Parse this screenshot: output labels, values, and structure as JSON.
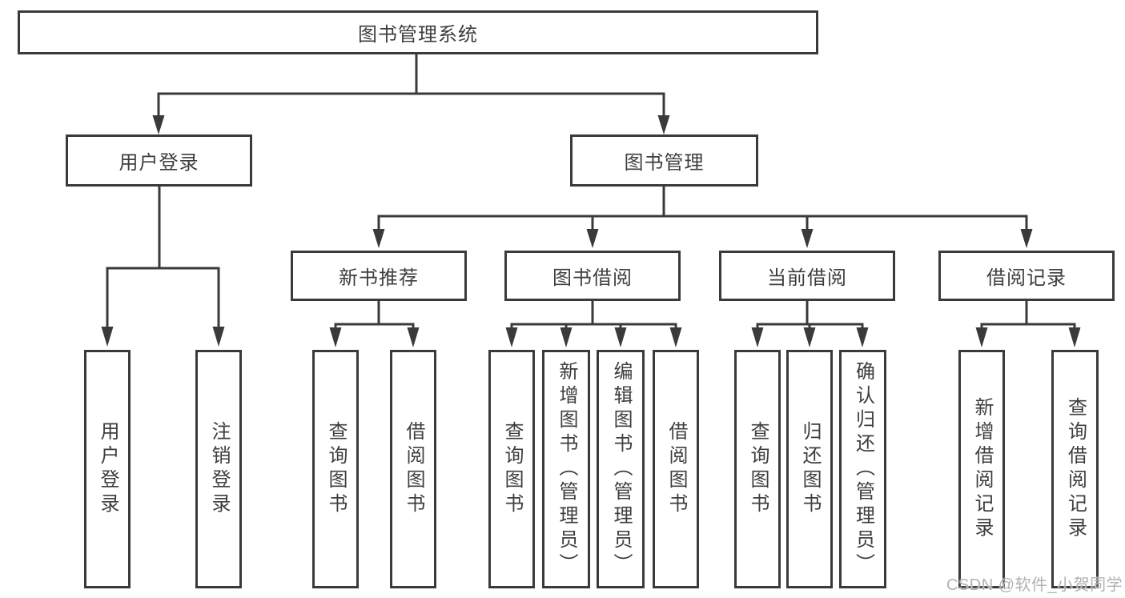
{
  "colors": {
    "line": "#3a3a3a",
    "text": "#3e3e3e",
    "watermark": "#b3b1b1",
    "background": "#ffffff"
  },
  "watermark": {
    "text": "CSDN @软件_小贺同学"
  },
  "tree": {
    "root": {
      "label": "图书管理系统",
      "children": [
        {
          "label": "用户登录",
          "children": [
            {
              "label": "用户登录"
            },
            {
              "label": "注销登录"
            }
          ]
        },
        {
          "label": "图书管理",
          "children": [
            {
              "label": "新书推荐",
              "children": [
                {
                  "label": "查询图书"
                },
                {
                  "label": "借阅图书"
                }
              ]
            },
            {
              "label": "图书借阅",
              "children": [
                {
                  "label": "查询图书"
                },
                {
                  "label": "新增图书（管理员）"
                },
                {
                  "label": "编辑图书（管理员）"
                },
                {
                  "label": "借阅图书"
                }
              ]
            },
            {
              "label": "当前借阅",
              "children": [
                {
                  "label": "查询图书"
                },
                {
                  "label": "归还图书"
                },
                {
                  "label": "确认归还（管理员）"
                }
              ]
            },
            {
              "label": "借阅记录",
              "children": [
                {
                  "label": "新增借阅记录"
                },
                {
                  "label": "查询借阅记录"
                }
              ]
            }
          ]
        }
      ]
    }
  }
}
